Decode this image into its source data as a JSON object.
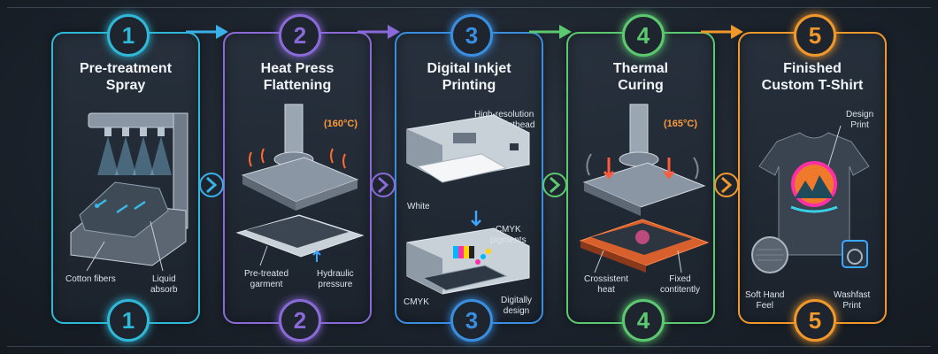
{
  "steps": [
    {
      "number": "1",
      "title": "Pre-treatment\nSpray",
      "labels": {
        "left": "Cotton fibers",
        "right": "Liquid\nabsorb"
      },
      "color": "#2fb8d8"
    },
    {
      "number": "2",
      "title": "Heat Press\nFlattening",
      "temperature": "(160°C)",
      "labels": {
        "left": "Pre-treated\ngarment",
        "right": "Hydraulic\npressure"
      },
      "color": "#8a6ad8"
    },
    {
      "number": "3",
      "title": "Digital Inkjet\nPrinting",
      "labels": {
        "printhead": "High-resolution\npiezo printhead",
        "white": "White",
        "pigments": "CMYK\npigments",
        "cmyk": "CMYK",
        "design": "Digitally\ndesign"
      },
      "color": "#3a8ee0"
    },
    {
      "number": "4",
      "title": "Thermal\nCuring",
      "temperature": "(165°C)",
      "labels": {
        "left": "Crossistent\nheat",
        "right": "Fixed\ncontitently"
      },
      "color": "#5cc870"
    },
    {
      "number": "5",
      "title": "Finished\nCustom T-Shirt",
      "labels": {
        "design": "Design\nPrint",
        "left": "Soft Hand\nFeel",
        "right": "Washfast\nPrint"
      },
      "color": "#f0982c"
    }
  ],
  "icons": {
    "arrow": "chevron-right-arrow-icon"
  }
}
